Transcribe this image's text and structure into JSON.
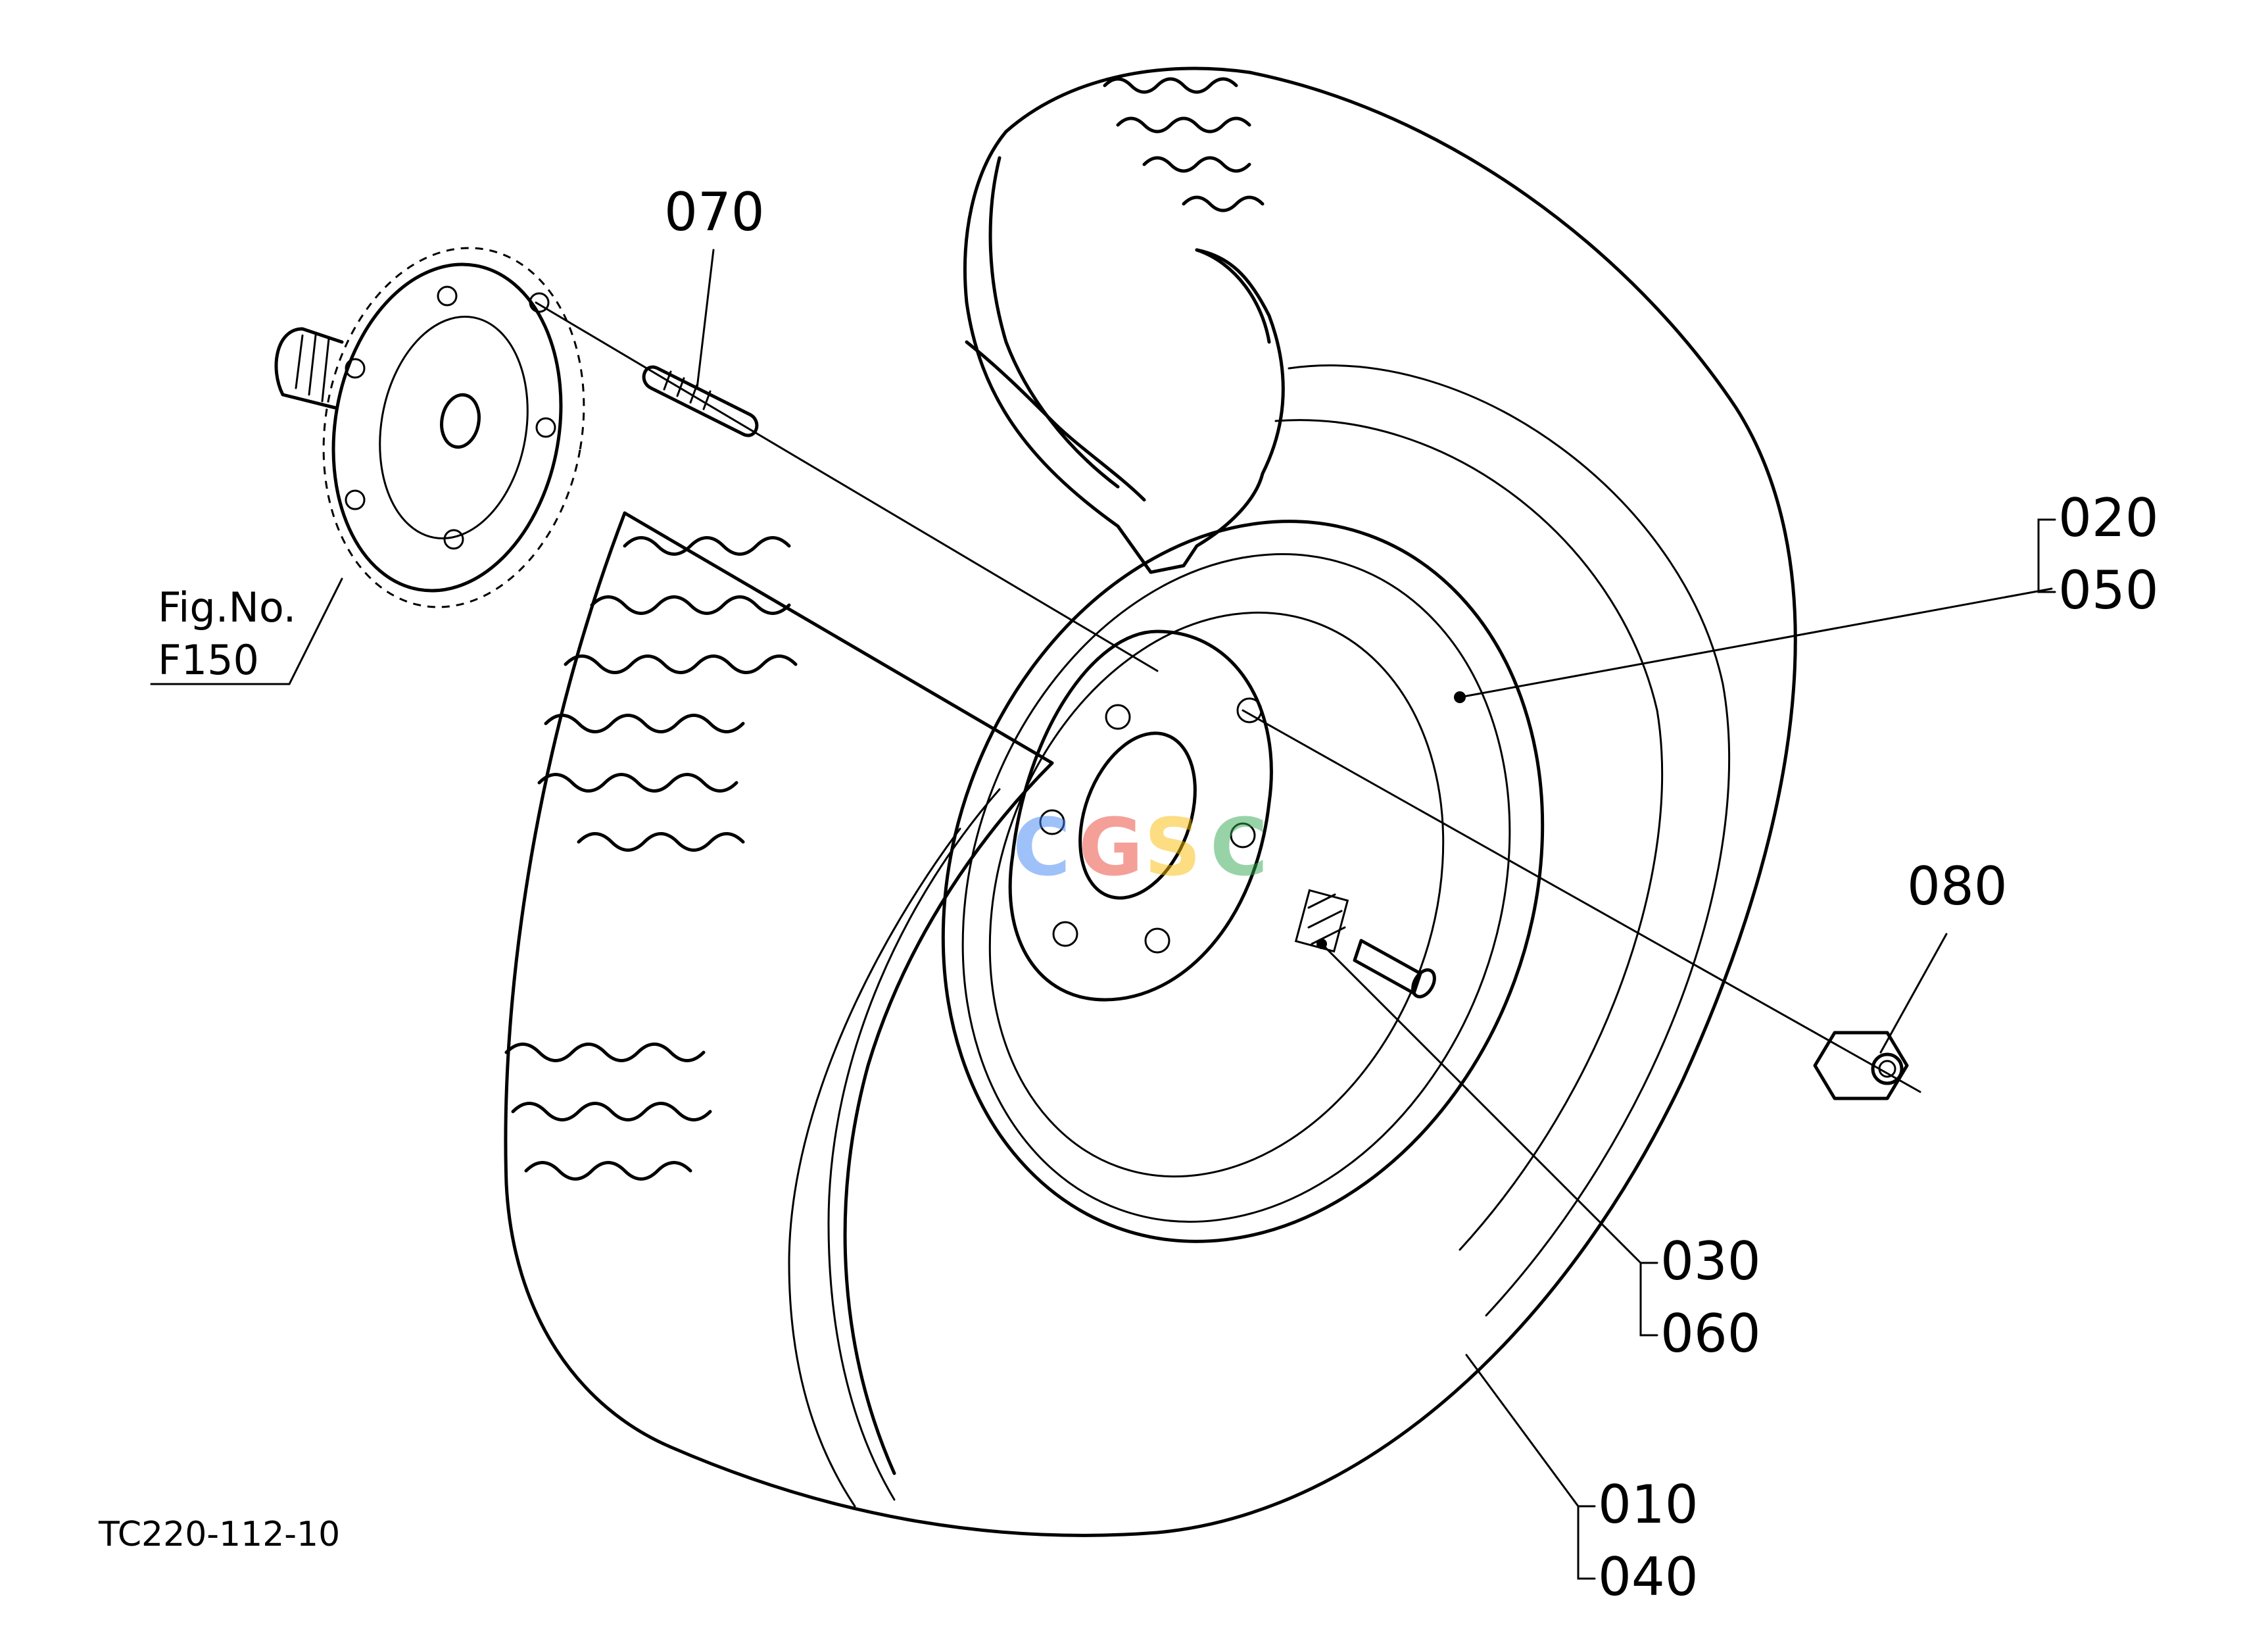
{
  "figure_ref": {
    "line1": "Fig.No.",
    "line2": "F150"
  },
  "drawing_id": "TC220-112-10",
  "watermark": {
    "letters": [
      "C",
      "G",
      "S",
      "C"
    ],
    "colors": [
      "#4285F4",
      "#EA4335",
      "#FBBC05",
      "#34A853"
    ]
  },
  "callouts": {
    "stud": "070",
    "nut": "080",
    "tire_top": "020",
    "tire_bottom": "050",
    "valve_top": "030",
    "valve_bottom": "060",
    "wheel_top": "010",
    "wheel_bottom": "040"
  }
}
